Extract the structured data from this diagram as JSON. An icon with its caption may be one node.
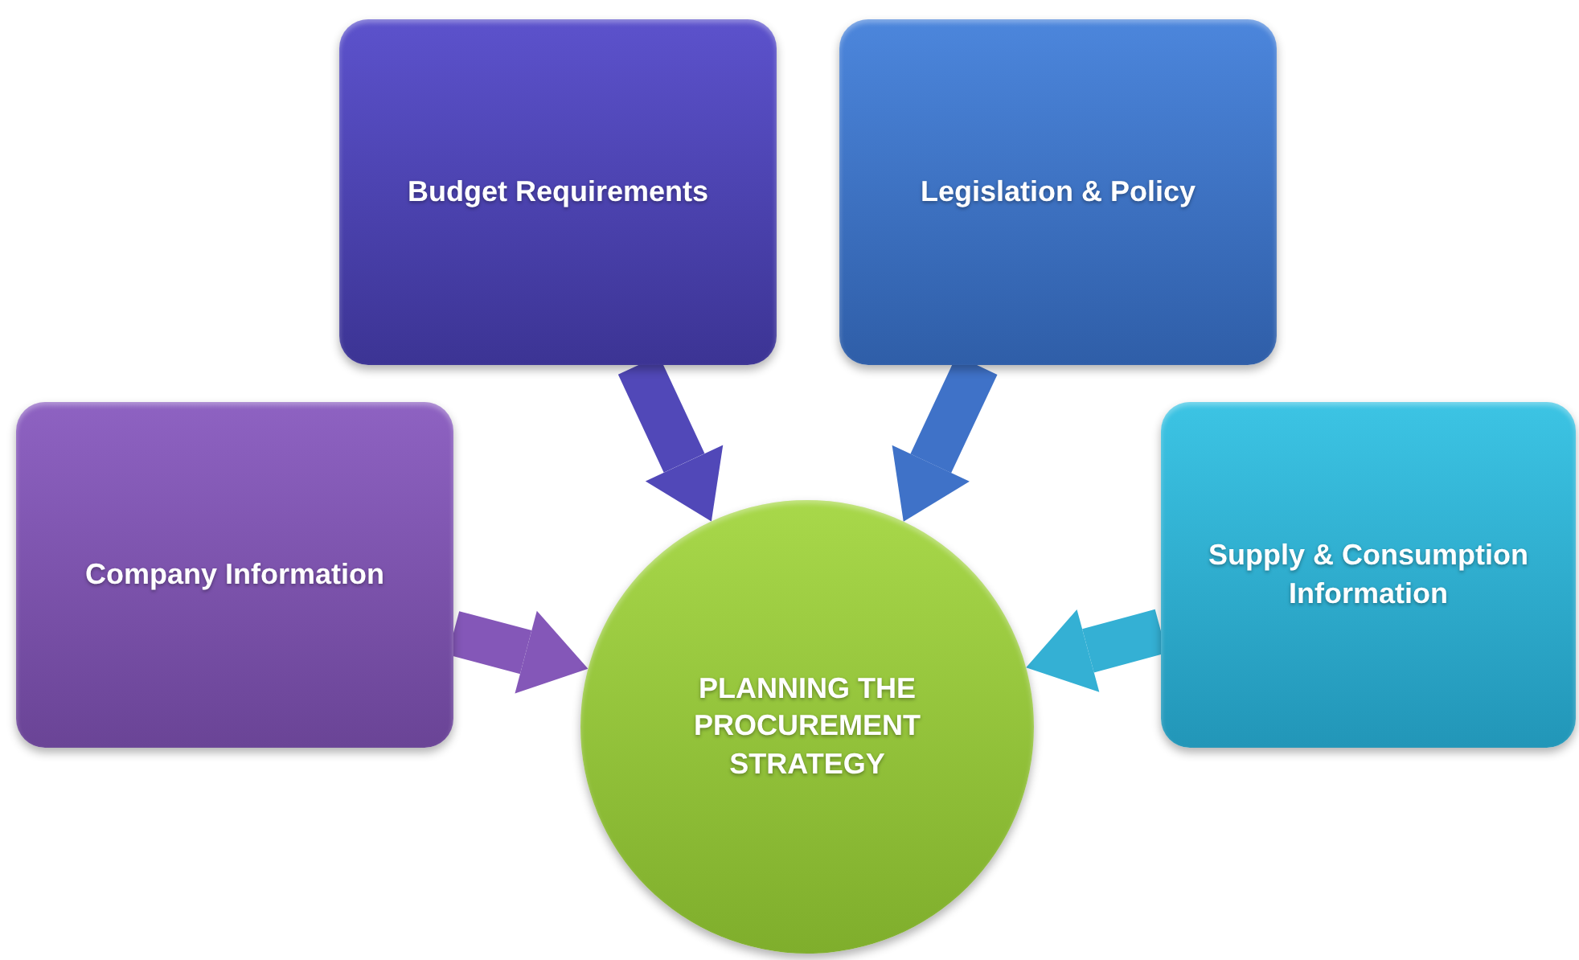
{
  "diagram": {
    "nodes": [
      {
        "text": [
          "Budget Requirements"
        ]
      },
      {
        "text": [
          "Legislation & Policy"
        ]
      },
      {
        "text": [
          "Company Information"
        ]
      },
      {
        "text": [
          "Supply & Consumption Information"
        ]
      },
      {
        "text": [
          "PLANNING THE PROCUREMENT STRATEGY"
        ]
      }
    ],
    "edges": [
      {
        "from": 0,
        "to": 4,
        "arrow": "to",
        "color": "#5148b8"
      },
      {
        "from": 1,
        "to": 4,
        "arrow": "to",
        "color": "#3f72c8"
      },
      {
        "from": 2,
        "to": 4,
        "arrow": "to",
        "color": "#8457b8"
      },
      {
        "from": 3,
        "to": 4,
        "arrow": "to",
        "color": "#34b0d4"
      }
    ]
  }
}
